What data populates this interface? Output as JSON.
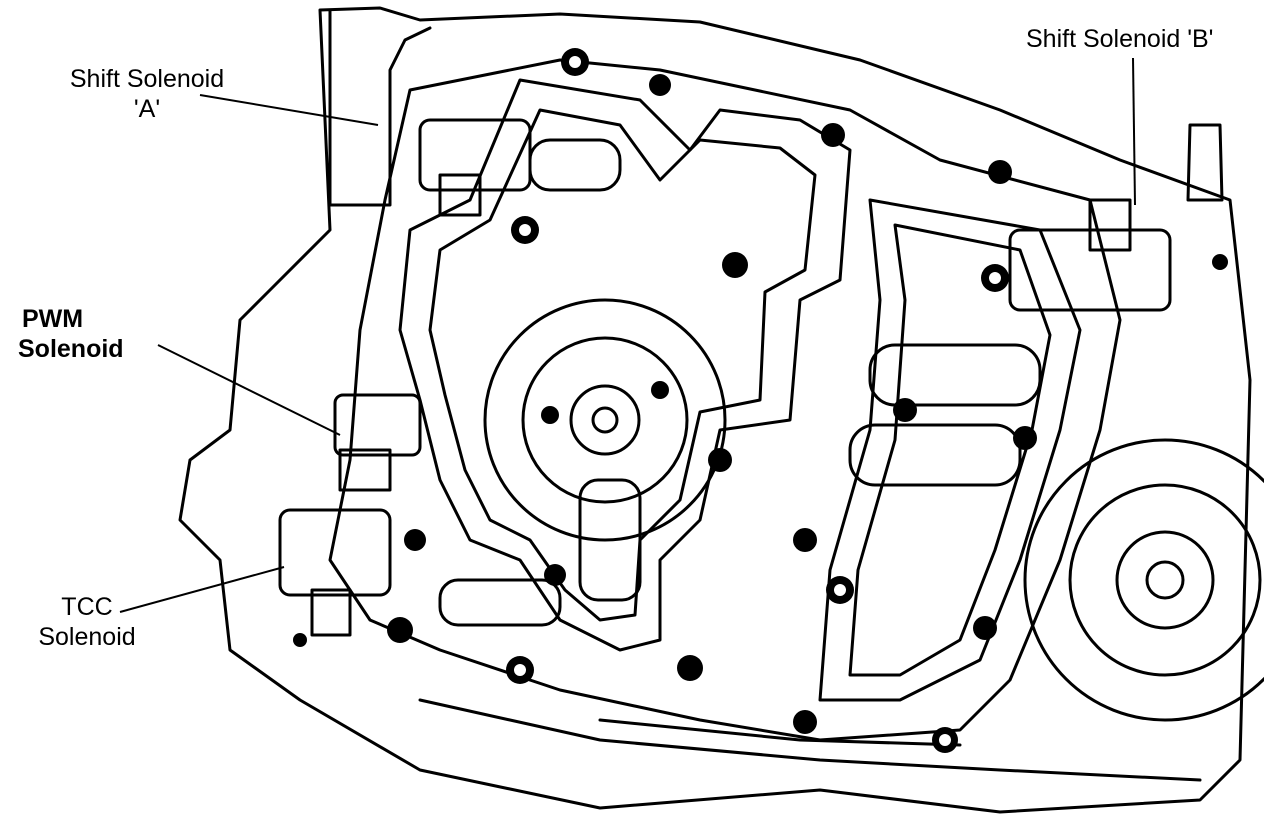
{
  "labels": {
    "shift_a_line1": "Shift Solenoid",
    "shift_a_line2": "'A'",
    "shift_b": "Shift Solenoid 'B'",
    "pwm_line1": "PWM",
    "pwm_line2": "Solenoid",
    "tcc_line1": "TCC",
    "tcc_line2": "Solenoid"
  },
  "colors": {
    "ink": "#000000",
    "paper": "#ffffff"
  }
}
